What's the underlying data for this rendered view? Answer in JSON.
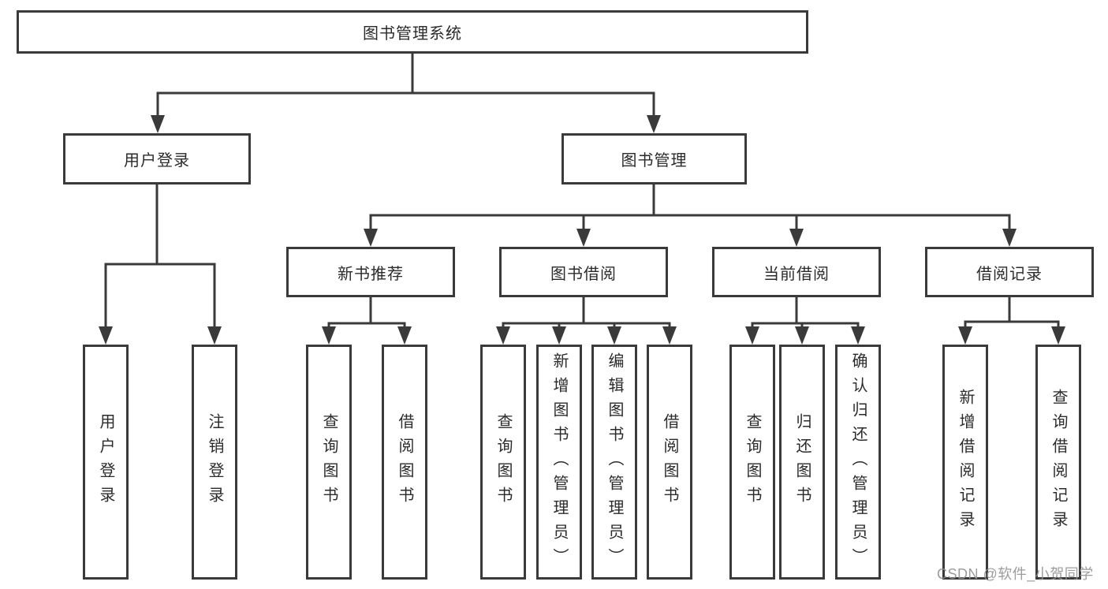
{
  "diagram_type": "hierarchy-tree",
  "tree": {
    "label": "图书管理系统",
    "children": [
      {
        "label": "用户登录",
        "children": [
          {
            "label": "用户登录"
          },
          {
            "label": "注销登录"
          }
        ]
      },
      {
        "label": "图书管理",
        "children": [
          {
            "label": "新书推荐",
            "children": [
              {
                "label": "查询图书"
              },
              {
                "label": "借阅图书"
              }
            ]
          },
          {
            "label": "图书借阅",
            "children": [
              {
                "label": "查询图书"
              },
              {
                "label": "新增图书（管理员）"
              },
              {
                "label": "编辑图书（管理员）"
              },
              {
                "label": "借阅图书"
              }
            ]
          },
          {
            "label": "当前借阅",
            "children": [
              {
                "label": "查询图书"
              },
              {
                "label": "归还图书"
              },
              {
                "label": "确认归还（管理员）"
              }
            ]
          },
          {
            "label": "借阅记录",
            "children": [
              {
                "label": "新增借阅记录"
              },
              {
                "label": "查询借阅记录"
              }
            ]
          }
        ]
      }
    ]
  },
  "watermark": {
    "text": "CSDN @软件_小贺同学"
  },
  "colors": {
    "line": "#3a3a3a",
    "ink": "#2b2b2b",
    "bg": "#ffffff",
    "wm": "#949494"
  }
}
